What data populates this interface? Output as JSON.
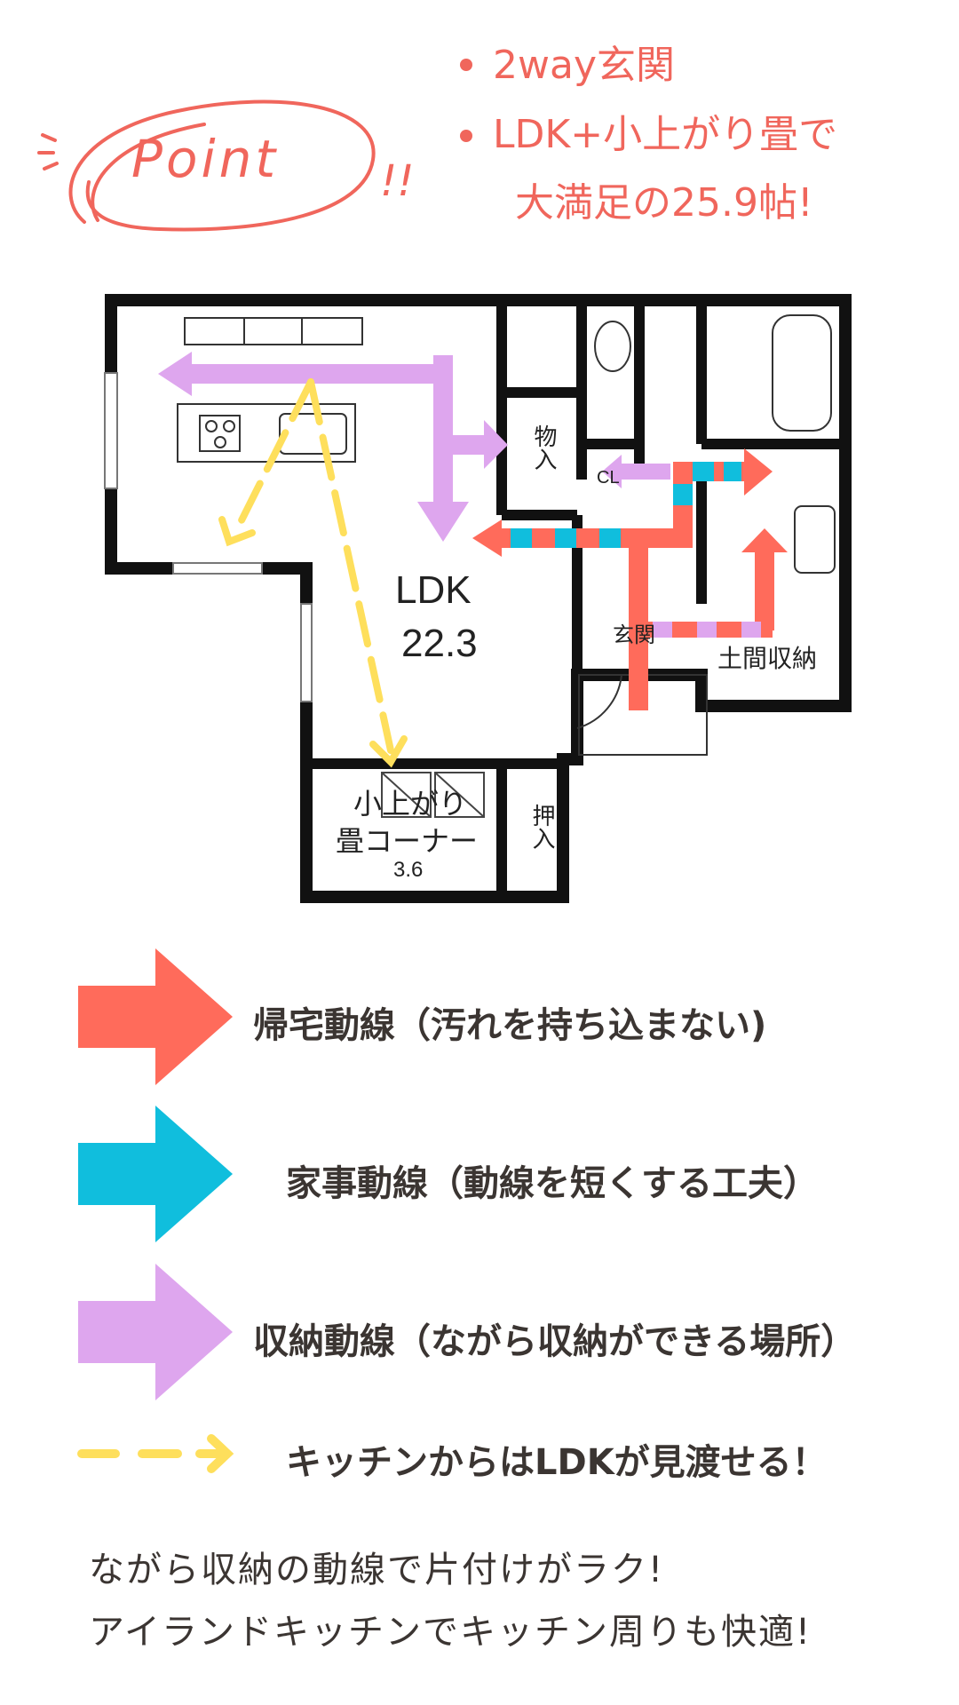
{
  "header": {
    "point_label": "Point",
    "exclaim": "!!",
    "bullets": [
      "2way玄関",
      "LDK+小上がり畳で",
      "大満足の25.9帖!"
    ]
  },
  "floorplan": {
    "rooms": {
      "ldk_name": "LDK",
      "ldk_size": "22.3",
      "storage": "物入",
      "closet": "CL",
      "entrance": "玄関",
      "doma": "土間収納",
      "tatami_line1": "小上がり",
      "tatami_line2": "畳コーナー",
      "tatami_size": "3.6",
      "oshiire": "押入"
    }
  },
  "legend": {
    "items": [
      {
        "label": "帰宅動線（汚れを持ち込まない)",
        "color": "#ff6b5b"
      },
      {
        "label": "家事動線（動線を短くする工夫）",
        "color": "#10bedd"
      },
      {
        "label": "収納動線（ながら収納ができる場所）",
        "color": "#dea6ee"
      },
      {
        "label": "キッチンからはLDKが見渡せる！",
        "color": "#fedf5c"
      }
    ]
  },
  "notes": [
    "ながら収納の動線で片付けがラク!",
    "アイランドキッチンでキッチン周りも快適!"
  ],
  "colors": {
    "accent": "#f0665c",
    "wall": "#111111",
    "return_route": "#ff6b5b",
    "housework_route": "#10bedd",
    "storage_route": "#dea6ee",
    "view_line": "#fedf5c"
  }
}
